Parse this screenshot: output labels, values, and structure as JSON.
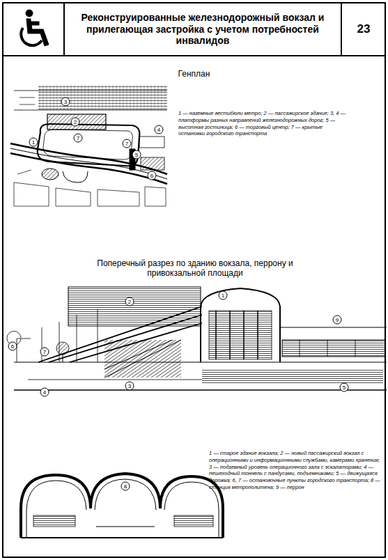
{
  "diagram": {
    "title": "Реконструированные железнодорожный вокзал и прилегающая застройка с учетом потребностей инвалидов",
    "labels": [
      "23",
      "Генплан",
      "1 — наземные вестибюли метро; 2 — пассажирское здание; 3, 4 — платформы разных направлений железнодорожных дорог; 5 — высотная гостиница; 6 — торговый центр; 7 — крытые остановки городского транспорта",
      "Поперечный разрез по зданию вокзала, перрону и привокзальной площади",
      "1 — старое здание вокзала; 2 — новый пассажирский вокзал с операционными и информационными службами, камерами хранения; 3 — подземный уровень операционного зала с эскалаторами; 4 — пешеходный тоннель с пандусами, подъемниками; 5 — движущаяся дорожка; 6, 7 — остановочные пункты городского транспорта; 8 — станция метрополитена; 9 — перрон",
      "3",
      "2",
      "7",
      "1",
      "7",
      "4",
      "5",
      "6",
      "2",
      "1",
      "9",
      "6",
      "7",
      "4",
      "3",
      "5",
      "8"
    ]
  }
}
